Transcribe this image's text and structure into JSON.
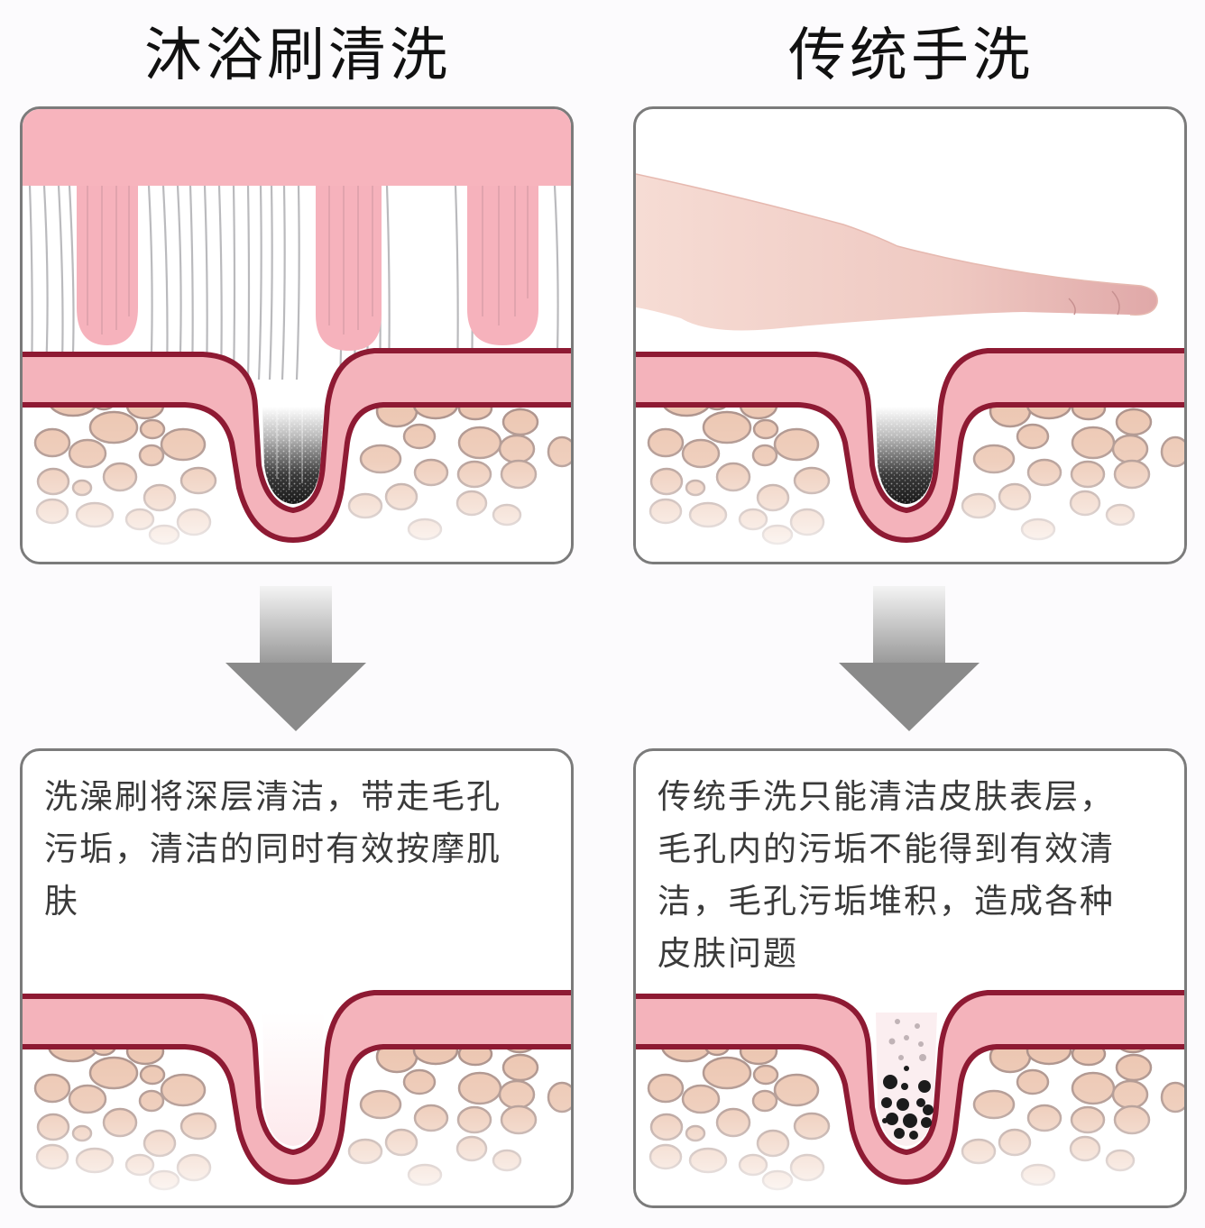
{
  "columns": [
    {
      "title": "沐浴刷清洗",
      "top_panel": {
        "tool": "brush",
        "tool_icon": "bath-brush-bristles",
        "pore_state": "dirt-being-extracted"
      },
      "arrow_icon": "down-arrow",
      "description": "洗澡刷将深层清洁，带走毛孔污垢，清洁的同时有效按摩肌肤",
      "description_lines": [
        "洗澡刷将深层清洁，带走毛孔",
        "污垢，清洁的同时有效按摩肌",
        "肤"
      ],
      "bottom_panel": {
        "pore_state": "clean"
      }
    },
    {
      "title": "传统手洗",
      "top_panel": {
        "tool": "hand",
        "tool_icon": "hand",
        "pore_state": "dirt-remaining"
      },
      "arrow_icon": "down-arrow",
      "description": "传统手洗只能清洁皮肤表层，毛孔内的污垢不能得到有效清洁，毛孔污垢堆积，造成各种皮肤问题",
      "description_lines": [
        "传统手洗只能清洁皮肤表层，",
        "毛孔内的污垢不能得到有效清",
        "洁，毛孔污垢堆积，造成各种",
        "皮肤问题"
      ],
      "bottom_panel": {
        "pore_state": "clogged"
      }
    }
  ],
  "colors": {
    "brush_pink": "#f7b4bd",
    "skin_pink": "#f4b3bb",
    "skin_outline": "#8e1a33",
    "cell_fill": "#ebc3ad",
    "cell_outline": "#a88c84",
    "panel_border": "#7b7b7b",
    "arrow_gray": "#8a8a8a",
    "text": "#3a3a3a"
  }
}
